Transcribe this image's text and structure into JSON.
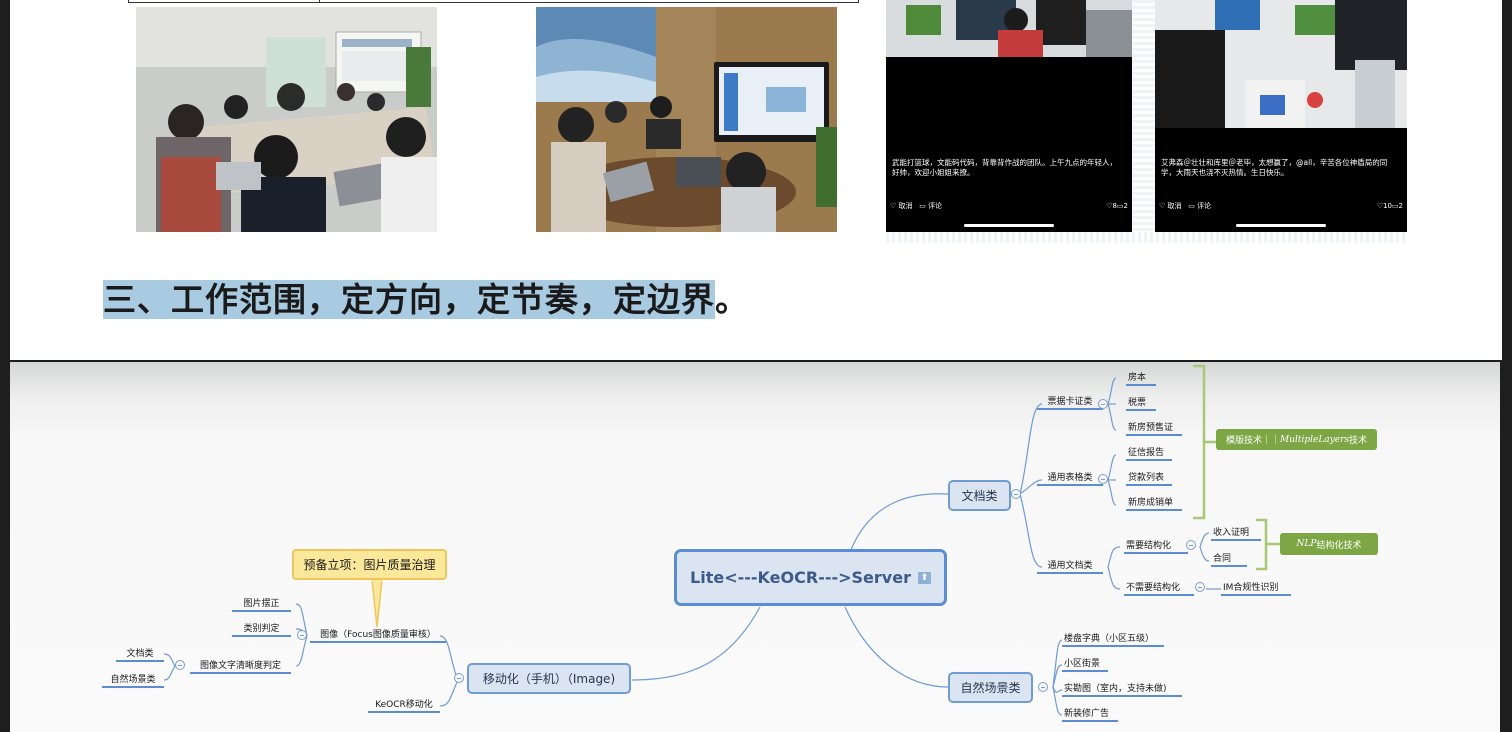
{
  "post_left": {
    "caption": "武能打篮球，文能码代码，背靠背作战的团队。上午九点的年轻人，好帅，欢迎小姐姐来撩。",
    "cancel": "取消",
    "comment": "评论",
    "likes": "8",
    "comments": "2"
  },
  "post_right": {
    "caption": "艾弗森＠壮壮和库里＠老毕，太想赢了，@all，辛苦各位神盾局的同学，大雨天也浇不灭热情。生日快乐。",
    "cancel": "取消",
    "comment": "评论",
    "likes": "10",
    "comments": "2"
  },
  "heading": {
    "highlighted": "三、工作范围，定方向，定节奏，定边界",
    "tail": "。"
  },
  "mindmap": {
    "central": "Lite<---KeOCR--->Server",
    "callout": "预备立项：图片质量治理",
    "left": {
      "branch": "移动化（手机）（Image)",
      "image": "图像（Focus图像质量审核）",
      "correction": "图片摆正",
      "category": "类别判定",
      "clarity": "图像文字清晰度判定",
      "doc_class": "文档类",
      "scene_class": "自然场景类",
      "mobile": "KeOCR移动化"
    },
    "doc": {
      "branch": "文档类",
      "tickets": "票据卡证类",
      "fangben": "房本",
      "tax": "税票",
      "presale": "新房预售证",
      "tables": "通用表格类",
      "credit": "征信报告",
      "loan": "贷款列表",
      "deal": "新房成销单",
      "general": "通用文档类",
      "needs_struct": "需要结构化",
      "income": "收入证明",
      "contract": "合同",
      "no_struct": "不需要结构化",
      "im": "IM合规性识别",
      "template_tech_prefix": "模版技术｜｜",
      "template_tech_italic": "MultipleLayers",
      "template_tech_suffix": "技术",
      "nlp_italic": "NLP",
      "nlp_suffix": "结构化技术"
    },
    "scene": {
      "branch": "自然场景类",
      "dict": "楼盘字典（小区五级）",
      "street": "小区街景",
      "survey": "实勘图（室内，支持未做)",
      "ads": "新装修广告"
    }
  }
}
